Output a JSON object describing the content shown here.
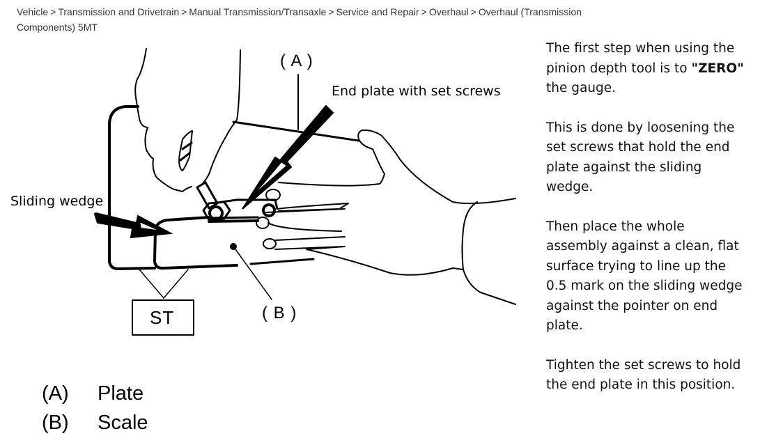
{
  "breadcrumb": {
    "items": [
      "Vehicle",
      "Transmission and Drivetrain",
      "Manual Transmission/Transaxle",
      "Service and Repair",
      "Overhaul",
      "Overhaul (Transmission Components) 5MT"
    ],
    "separator": ">"
  },
  "figure": {
    "callouts": {
      "end_plate": "End plate with set screws",
      "sliding_wedge": "Sliding wedge",
      "part_a": "( A )",
      "part_b": "( B )",
      "special_tool": "ST"
    },
    "legend": [
      {
        "key": "(A)",
        "label": "Plate"
      },
      {
        "key": "(B)",
        "label": "Scale"
      }
    ]
  },
  "instructions": {
    "p1_before": "The first step when using the pinion depth tool is to ",
    "p1_bold": "\"ZERO\"",
    "p1_after": " the gauge.",
    "p2": "This is done by loosening the set screws that hold the end plate against the sliding wedge.",
    "p3": "Then place the whole assembly against a clean, flat surface trying to line up the 0.5 mark on the sliding wedge against the pointer on end plate.",
    "p4": "Tighten the set screws to hold the end plate in this position."
  }
}
